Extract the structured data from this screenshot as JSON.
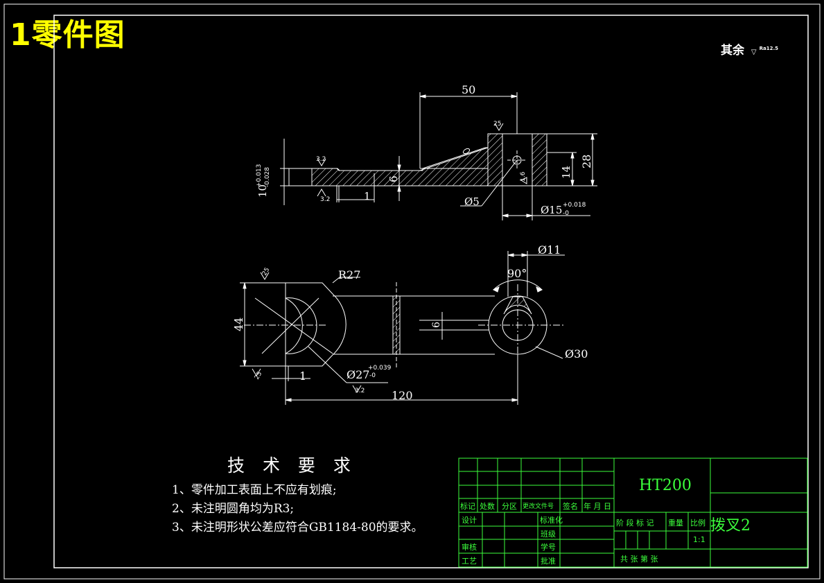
{
  "page_title": "1零件图",
  "roughness_note": {
    "label": "其余",
    "symbol_value": "Ra12.5"
  },
  "front_view": {
    "dim_top": "50",
    "dim_height": "28",
    "dim_inner": "14",
    "dim_thickness": "6",
    "dim_step": "1",
    "dim_shaft": "10",
    "dim_shaft_tol_upper": "+0.013",
    "dim_shaft_tol_lower": "-0.028",
    "dim_bore": "Ø15",
    "dim_bore_tol_upper": "+0.018",
    "dim_bore_tol_lower": "-0",
    "dim_hole": "Ø5",
    "rough_top": "25",
    "rough_left_top": "3.2",
    "rough_left_bottom": "3.2",
    "rough_bore": "1.6"
  },
  "top_view": {
    "dim_radius": "R27",
    "dim_height": "44",
    "dim_length": "120",
    "dim_step": "1",
    "dim_slot": "6",
    "dim_arc": "Ø27",
    "dim_arc_tol_upper": "+0.039",
    "dim_arc_tol_lower": "-0",
    "dim_angle": "90°",
    "dim_small_hole": "Ø11",
    "dim_boss": "Ø30",
    "rough_top": "25",
    "rough_bottom": "25",
    "rough_arc": "3.2"
  },
  "tech_requirements": {
    "title": "技 术 要 求",
    "items": [
      "1、零件加工表面上不应有划痕;",
      "2、未注明圆角均为R3;",
      "3、未注明形状公差应符合GB1184-80的要求。"
    ]
  },
  "title_block": {
    "material": "HT200",
    "part_name": "拨叉2",
    "scale": "1:1",
    "header_labels": [
      "标记",
      "处数",
      "分区",
      "更改文件号",
      "签名",
      "年 月 日"
    ],
    "row_design": "设计",
    "row_standard": "标准化",
    "row_class": "班级",
    "row_review": "审核",
    "row_student_no": "学号",
    "row_process": "工艺",
    "row_approve": "批准",
    "stage_label": "阶 段 标 记",
    "weight_label": "重量",
    "ratio_label": "比例",
    "sheet_info": "共     张   第     张"
  }
}
